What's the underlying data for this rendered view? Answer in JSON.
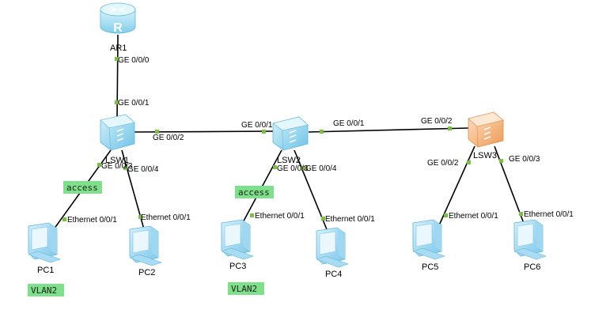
{
  "colors": {
    "link": "#000000",
    "port_dot": "#7ac142",
    "tag_bg": "#7fe08a",
    "router_body": "#bfe9f7",
    "switch_blue": "#9fdcf3",
    "switch_orange": "#f4b27a",
    "pc_blue": "#8fd0f0"
  },
  "devices": {
    "ar1": "AR1",
    "lsw1": "LSW1",
    "lsw2": "LSW2",
    "lsw3": "LSW3",
    "pc1": "PC1",
    "pc2": "PC2",
    "pc3": "PC3",
    "pc4": "PC4",
    "pc5": "PC5",
    "pc6": "PC6"
  },
  "ports": {
    "ar1_lsw1": "GE 0/0/0",
    "lsw1_ar1": "GE 0/0/1",
    "lsw1_lsw2": "GE 0/0/2",
    "lsw2_lsw1": "GE 0/0/1",
    "lsw2_lsw3": "GE 0/0/1",
    "lsw3_lsw2": "GE 0/0/2",
    "lsw1_pc1": "GE 0/0/3",
    "lsw1_pc2": "GE 0/0/4",
    "lsw2_pc3": "GE 0/0/3",
    "lsw2_pc4": "GE 0/0/4",
    "lsw3_pc5": "GE 0/0/2",
    "lsw3_pc6": "GE 0/0/3",
    "pc1": "Ethernet 0/0/1",
    "pc2": "Ethernet 0/0/1",
    "pc3": "Ethernet 0/0/1",
    "pc4": "Ethernet 0/0/1",
    "pc5": "Ethernet 0/0/1",
    "pc6": "Ethernet 0/0/1"
  },
  "tags": {
    "access1": "access",
    "access2": "access",
    "vlan1": "VLAN2",
    "vlan2": "VLAN2"
  }
}
